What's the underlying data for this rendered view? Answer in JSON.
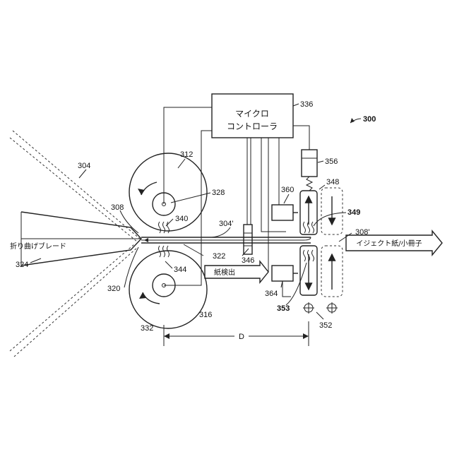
{
  "texts": {
    "controller_line1": "マイクロ",
    "controller_line2": "コントローラ",
    "fold_blade": "折り曲げブレード",
    "paper_detect": "紙検出",
    "eject": "イジェクト紙/小冊子",
    "distance": "D"
  },
  "refs": {
    "r300": "300",
    "r304": "304",
    "r304p": "304'",
    "r308": "308",
    "r308p": "308'",
    "r312": "312",
    "r316": "316",
    "r320": "320",
    "r322": "322",
    "r324": "324",
    "r328": "328",
    "r332": "332",
    "r336": "336",
    "r340": "340",
    "r344": "344",
    "r346": "346",
    "r348": "348",
    "r349": "349",
    "r352": "352",
    "r353": "353",
    "r356": "356",
    "r360": "360",
    "r364": "364"
  }
}
